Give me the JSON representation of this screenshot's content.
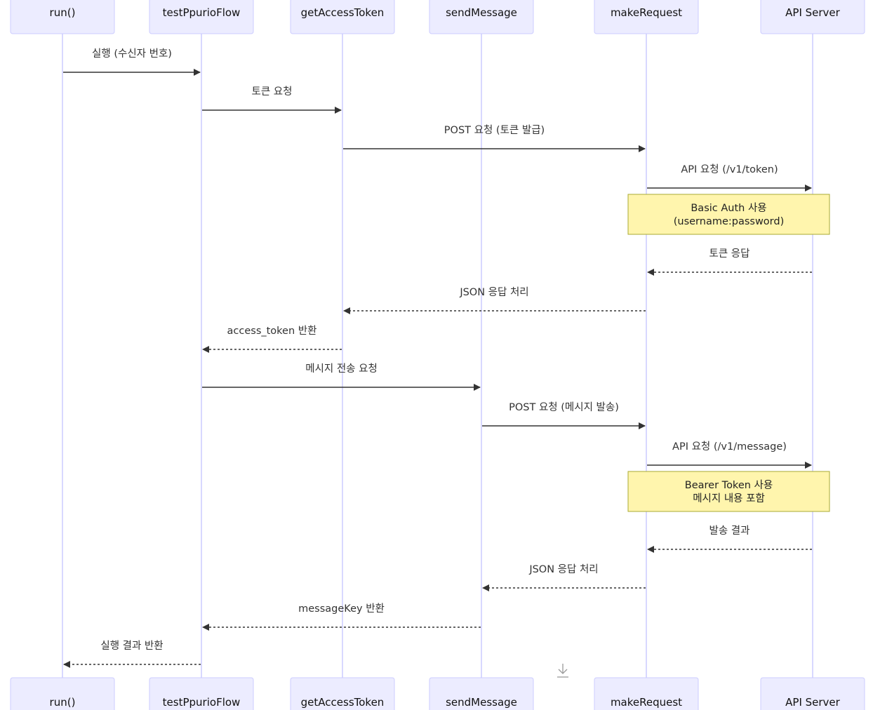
{
  "actors": [
    {
      "id": "run",
      "label": "run()"
    },
    {
      "id": "flow",
      "label": "testPpurioFlow"
    },
    {
      "id": "token",
      "label": "getAccessToken"
    },
    {
      "id": "send",
      "label": "sendMessage"
    },
    {
      "id": "req",
      "label": "makeRequest"
    },
    {
      "id": "api",
      "label": "API Server"
    }
  ],
  "messages": [
    {
      "from": "run",
      "to": "flow",
      "label": "실행 (수신자 번호)",
      "dashed": false
    },
    {
      "from": "flow",
      "to": "token",
      "label": "토큰 요청",
      "dashed": false
    },
    {
      "from": "token",
      "to": "req",
      "label": "POST 요청 (토큰 발급)",
      "dashed": false
    },
    {
      "from": "req",
      "to": "api",
      "label": "API 요청 (/v1/token)",
      "dashed": false
    },
    {
      "note": true,
      "over": [
        "req",
        "api"
      ],
      "lines": [
        "Basic Auth 사용",
        "(username:password)"
      ]
    },
    {
      "from": "api",
      "to": "req",
      "label": "토큰 응답",
      "dashed": true
    },
    {
      "from": "req",
      "to": "token",
      "label": "JSON 응답 처리",
      "dashed": true
    },
    {
      "from": "token",
      "to": "flow",
      "label": "access_token 반환",
      "dashed": true
    },
    {
      "from": "flow",
      "to": "send",
      "label": "메시지 전송 요청",
      "dashed": false
    },
    {
      "from": "send",
      "to": "req",
      "label": "POST 요청 (메시지 발송)",
      "dashed": false
    },
    {
      "from": "req",
      "to": "api",
      "label": "API 요청 (/v1/message)",
      "dashed": false
    },
    {
      "note": true,
      "over": [
        "req",
        "api"
      ],
      "lines": [
        "Bearer Token 사용",
        "메시지 내용 포함"
      ]
    },
    {
      "from": "api",
      "to": "req",
      "label": "발송 결과",
      "dashed": true
    },
    {
      "from": "req",
      "to": "send",
      "label": "JSON 응답 처리",
      "dashed": true
    },
    {
      "from": "send",
      "to": "flow",
      "label": "messageKey 반환",
      "dashed": true
    },
    {
      "from": "flow",
      "to": "run",
      "label": "실행 결과 반환",
      "dashed": true
    }
  ],
  "icons": {
    "download": "download-icon"
  }
}
